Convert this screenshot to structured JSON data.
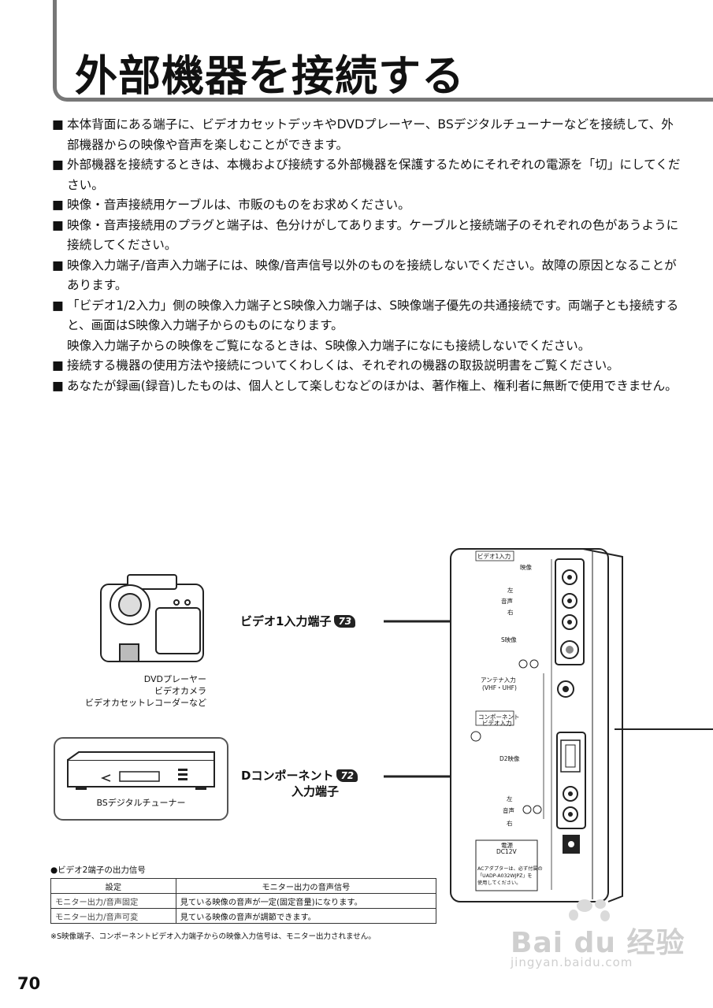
{
  "page_title": "外部機器を接続する",
  "bullets": [
    {
      "mark": "■",
      "text": "本体背面にある端子に、ビデオカセットデッキやDVDプレーヤー、BSデジタルチューナーなどを接続して、外部機器からの映像や音声を楽しむことができます。"
    },
    {
      "mark": "■",
      "text": "外部機器を接続するときは、本機および接続する外部機器を保護するためにそれぞれの電源を「切」にしてください。"
    },
    {
      "mark": "■",
      "text": "映像・音声接続用ケーブルは、市販のものをお求めください。"
    },
    {
      "mark": "■",
      "text": "映像・音声接続用のプラグと端子は、色分けがしてあります。ケーブルと接続端子のそれぞれの色があうように接続してください。"
    },
    {
      "mark": "■",
      "text": "映像入力端子/音声入力端子には、映像/音声信号以外のものを接続しないでください。故障の原因となることがあります。"
    },
    {
      "mark": "■",
      "text": "「ビデオ1/2入力」側の映像入力端子とS映像入力端子は、S映像端子優先の共通接続です。両端子とも接続すると、画面はS映像入力端子からのものになります。"
    },
    {
      "mark": "",
      "text": "映像入力端子からの映像をご覧になるときは、S映像入力端子になにも接続しないでください。"
    },
    {
      "mark": "■",
      "text": "接続する機器の使用方法や接続についてくわしくは、それぞれの機器の取扱説明書をご覧ください。"
    },
    {
      "mark": "■",
      "text": "あなたが録画(録音)したものは、個人として楽しむなどのほかは、著作権上、権利者に無断で使用できません。"
    }
  ],
  "diagram": {
    "camera_labels": [
      "DVDプレーヤー",
      "ビデオカメラ",
      "ビデオカセットレコーダーなど"
    ],
    "tuner_label": "BSデジタルチューナー",
    "callout_video1": "ビデオ1入力端子",
    "callout_video1_ref": "73",
    "callout_dcomp_line1": "Dコンポーネント",
    "callout_dcomp_line2": "入力端子",
    "callout_dcomp_ref": "72",
    "panel": {
      "video1_header": "ビデオ1入力",
      "video": "映像",
      "left": "左",
      "audio": "音声",
      "right": "右",
      "s_video": "S映像",
      "antenna_line1": "アンテナ入力",
      "antenna_line2": "(VHF・UHF)",
      "component_line1": "コンポーネント",
      "component_line2": "ビデオ入力",
      "d2": "D2映像",
      "left2": "左",
      "audio2": "音声",
      "right2": "右",
      "power_line1": "電源",
      "power_line2": "DC12V",
      "power_note1": "ACアダプターは、必ず付属の",
      "power_note2": "「UADP-A032WJPZ」を",
      "power_note3": "使用してください。"
    }
  },
  "table": {
    "title": "●ビデオ2端子の出力信号",
    "headers": [
      "設定",
      "モニター出力の音声信号"
    ],
    "rows": [
      [
        "モニター出力/音声固定",
        "見ている映像の音声が一定(固定音量)になります。"
      ],
      [
        "モニター出力/音声可変",
        "見ている映像の音声が調節できます。"
      ]
    ],
    "footnote": "※S映像端子、コンポーネントビデオ入力端子からの映像入力信号は、モニター出力されません。"
  },
  "page_number": "70",
  "watermark": {
    "main": "Bai du 经验",
    "sub": "jingyan.baidu.com"
  }
}
